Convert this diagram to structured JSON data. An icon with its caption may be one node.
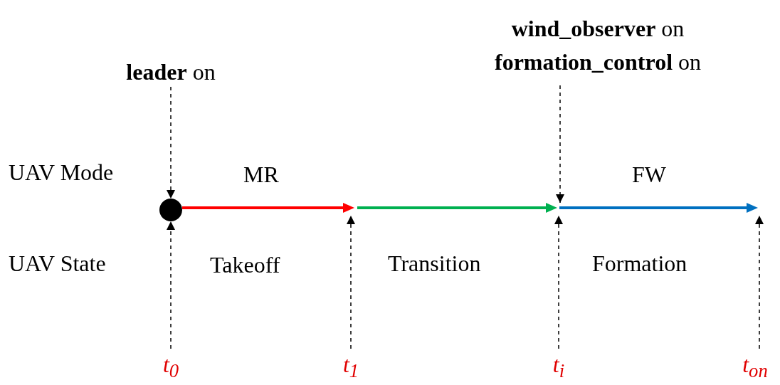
{
  "diagram": {
    "nodes": [
      {
        "text": [
          "**leader** on"
        ]
      },
      {
        "text": [],
        "shape": "circle"
      },
      {
        "text": [
          "**wind_observer** on",
          "**formation_control** on"
        ]
      },
      {
        "text": [
          "t$_{0}$"
        ]
      },
      {
        "text": [
          "t$_{1}$"
        ]
      },
      {
        "text": [
          "t$_{i}$"
        ]
      },
      {
        "text": [
          "t$_{on}$"
        ]
      }
    ],
    "edges": [
      {
        "from": 0,
        "to": 1,
        "arrow": "to",
        "style": "dashed"
      },
      {
        "from": 2,
        "to": null,
        "arrow": "to",
        "style": "dashed"
      },
      {
        "from": 3,
        "to": 1,
        "arrow": "to",
        "style": "dashed"
      },
      {
        "from": 4,
        "to": null,
        "arrow": "to",
        "style": "dashed"
      },
      {
        "from": 5,
        "to": null,
        "arrow": "to",
        "style": "dashed"
      },
      {
        "from": 6,
        "to": null,
        "arrow": "to",
        "style": "dashed"
      }
    ],
    "labels": [
      "UAV Mode",
      "MR",
      "FW",
      "UAV State",
      "Takeoff",
      "Transition",
      "Formation"
    ]
  }
}
